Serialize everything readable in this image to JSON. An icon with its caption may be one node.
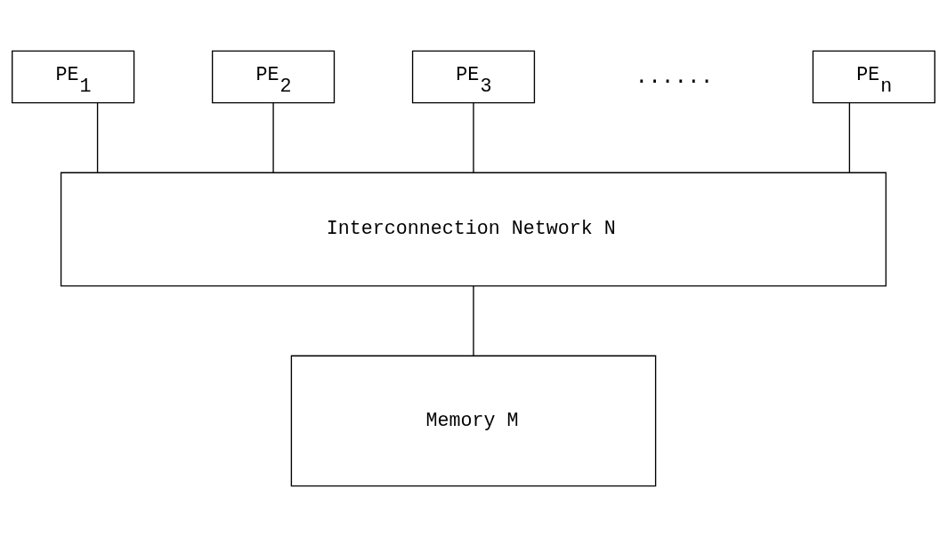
{
  "diagram": {
    "nodes": [
      {
        "text": [
          "PE$_{1}$"
        ]
      },
      {
        "text": [
          "PE$_{2}$"
        ]
      },
      {
        "text": [
          "PE$_{3}$"
        ]
      },
      {
        "text": [
          "PE$_{n}$"
        ]
      },
      {
        "text": [
          "Interconnection Network N"
        ]
      },
      {
        "text": [
          "Memory M"
        ]
      }
    ],
    "edges": [
      {
        "from": 0,
        "to": 4,
        "arrow": "none"
      },
      {
        "from": 1,
        "to": 4,
        "arrow": "none"
      },
      {
        "from": 2,
        "to": 4,
        "arrow": "none"
      },
      {
        "from": 3,
        "to": 4,
        "arrow": "none"
      },
      {
        "from": 4,
        "to": 5,
        "arrow": "none"
      }
    ],
    "labels": [
      "......"
    ]
  }
}
